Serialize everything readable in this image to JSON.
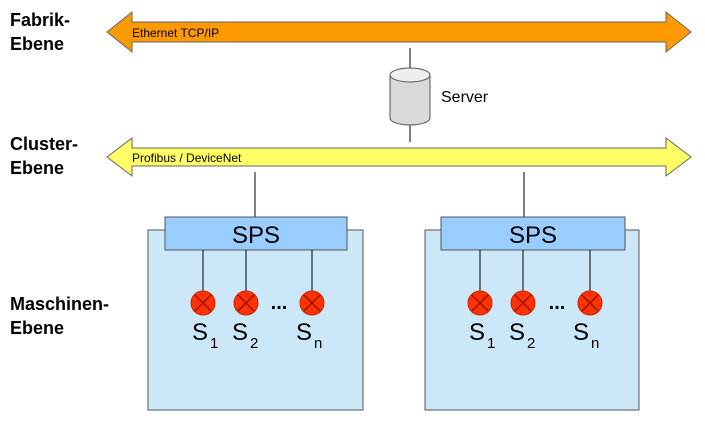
{
  "levels": {
    "fabrik": [
      "Fabrik-",
      "Ebene"
    ],
    "cluster": [
      "Cluster-",
      "Ebene"
    ],
    "maschinen": [
      "Maschinen-",
      "Ebene"
    ]
  },
  "buses": {
    "ethernet": {
      "label": "Ethernet TCP/IP",
      "color": "#ff9900"
    },
    "profibus": {
      "label": "Profibus / DeviceNet",
      "color": "#ffff66"
    }
  },
  "server": {
    "label": "Server",
    "icon": "database-cylinder-icon"
  },
  "machines": [
    {
      "controller": "SPS",
      "sensors": [
        {
          "letter": "S",
          "index": "1"
        },
        {
          "letter": "S",
          "index": "2"
        },
        {
          "letter": "S",
          "index": "n"
        }
      ],
      "ellipsis": "..."
    },
    {
      "controller": "SPS",
      "sensors": [
        {
          "letter": "S",
          "index": "1"
        },
        {
          "letter": "S",
          "index": "2"
        },
        {
          "letter": "S",
          "index": "n"
        }
      ],
      "ellipsis": "..."
    }
  ],
  "colors": {
    "machine_fill": "#cce8f8",
    "sps_fill": "#99ccff",
    "sensor_fill": "#ff3300"
  }
}
